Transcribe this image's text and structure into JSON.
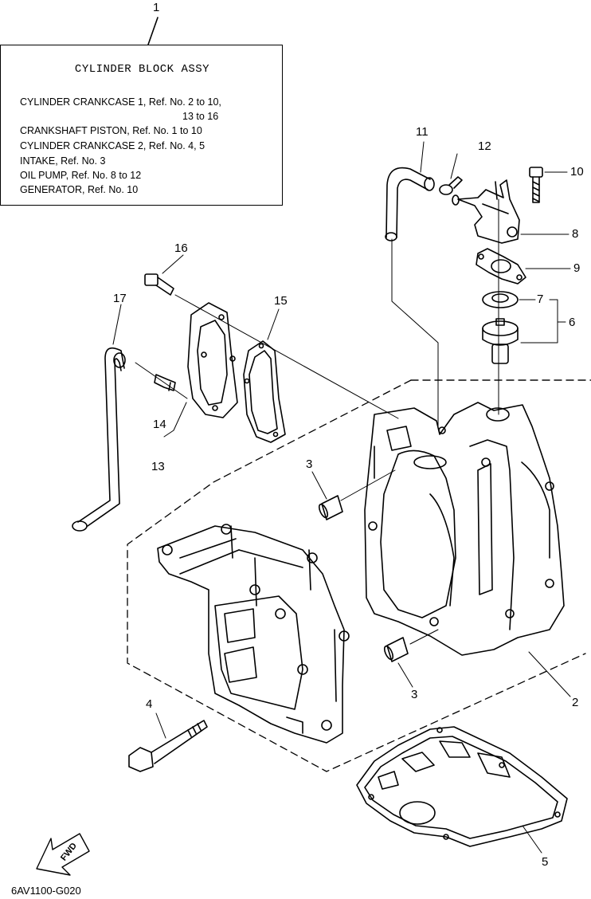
{
  "legend": {
    "number": "1",
    "title": "CYLINDER BLOCK ASSY",
    "lines": [
      "CYLINDER CRANKCASE 1,  Ref. No. 2 to 10,",
      "13 to 16",
      "CRANKSHAFT PISTON,  Ref. No. 1 to 10",
      "CYLINDER CRANKCASE 2,  Ref. No. 4, 5",
      "INTAKE,  Ref. No. 3",
      "OIL PUMP,  Ref. No. 8 to 12",
      "GENERATOR,  Ref. No. 10"
    ]
  },
  "callouts": {
    "n2": "2",
    "n3a": "3",
    "n3b": "3",
    "n4": "4",
    "n5": "5",
    "n6": "6",
    "n7": "7",
    "n8": "8",
    "n9": "9",
    "n10": "10",
    "n11": "11",
    "n12": "12",
    "n13": "13",
    "n14": "14",
    "n15": "15",
    "n16": "16",
    "n17": "17"
  },
  "fwd_label": "FWD",
  "diagram_code": "6AV1100-G020"
}
